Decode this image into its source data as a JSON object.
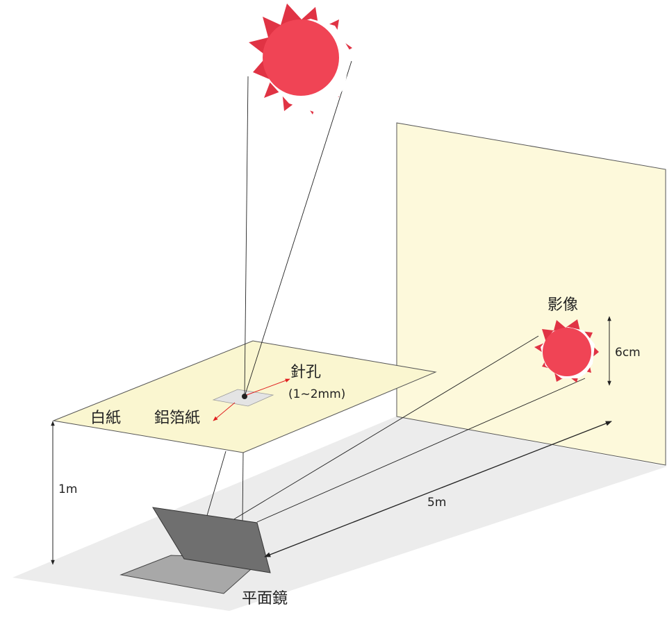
{
  "labels": {
    "white_paper": "白紙",
    "foil": "鋁箔紙",
    "pinhole": "針孔",
    "pinhole_size": "(1~2mm)",
    "image": "影像",
    "image_size": "6cm",
    "height": "1m",
    "distance": "5m",
    "mirror": "平面鏡"
  },
  "colors": {
    "sun": "#f04455",
    "sun_rays": "#e03344",
    "wall": "#fdf9db",
    "floor": "#ececec",
    "paper": "#faf6d0",
    "foil": "#e4e4e4",
    "mirror_standing": "#6f6f6f",
    "mirror_base": "#a8a8a8",
    "arrow_red": "#e02020",
    "line": "#222222"
  }
}
